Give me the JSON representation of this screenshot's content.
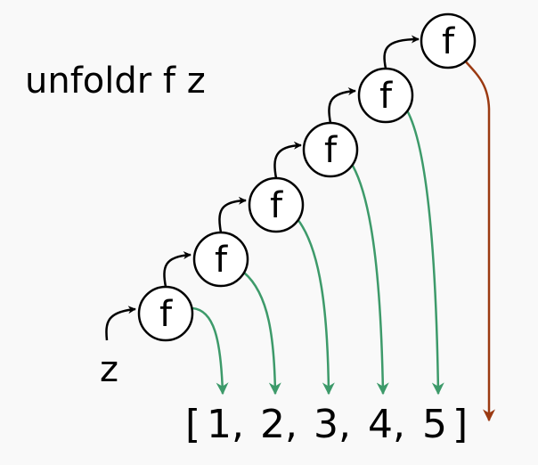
{
  "title": "unfoldr f z",
  "seed_label": "z",
  "node_label": "f",
  "result": {
    "open_bracket": "[",
    "close_bracket": "]",
    "items": [
      "1,",
      "2,",
      "3,",
      "4,",
      "5"
    ]
  },
  "colors": {
    "background": "#f9f9f9",
    "node_fill": "#ffffff",
    "stroke": "#000000",
    "emit_arrow": "#3d9a6a",
    "stop_arrow": "#9b3a12"
  }
}
